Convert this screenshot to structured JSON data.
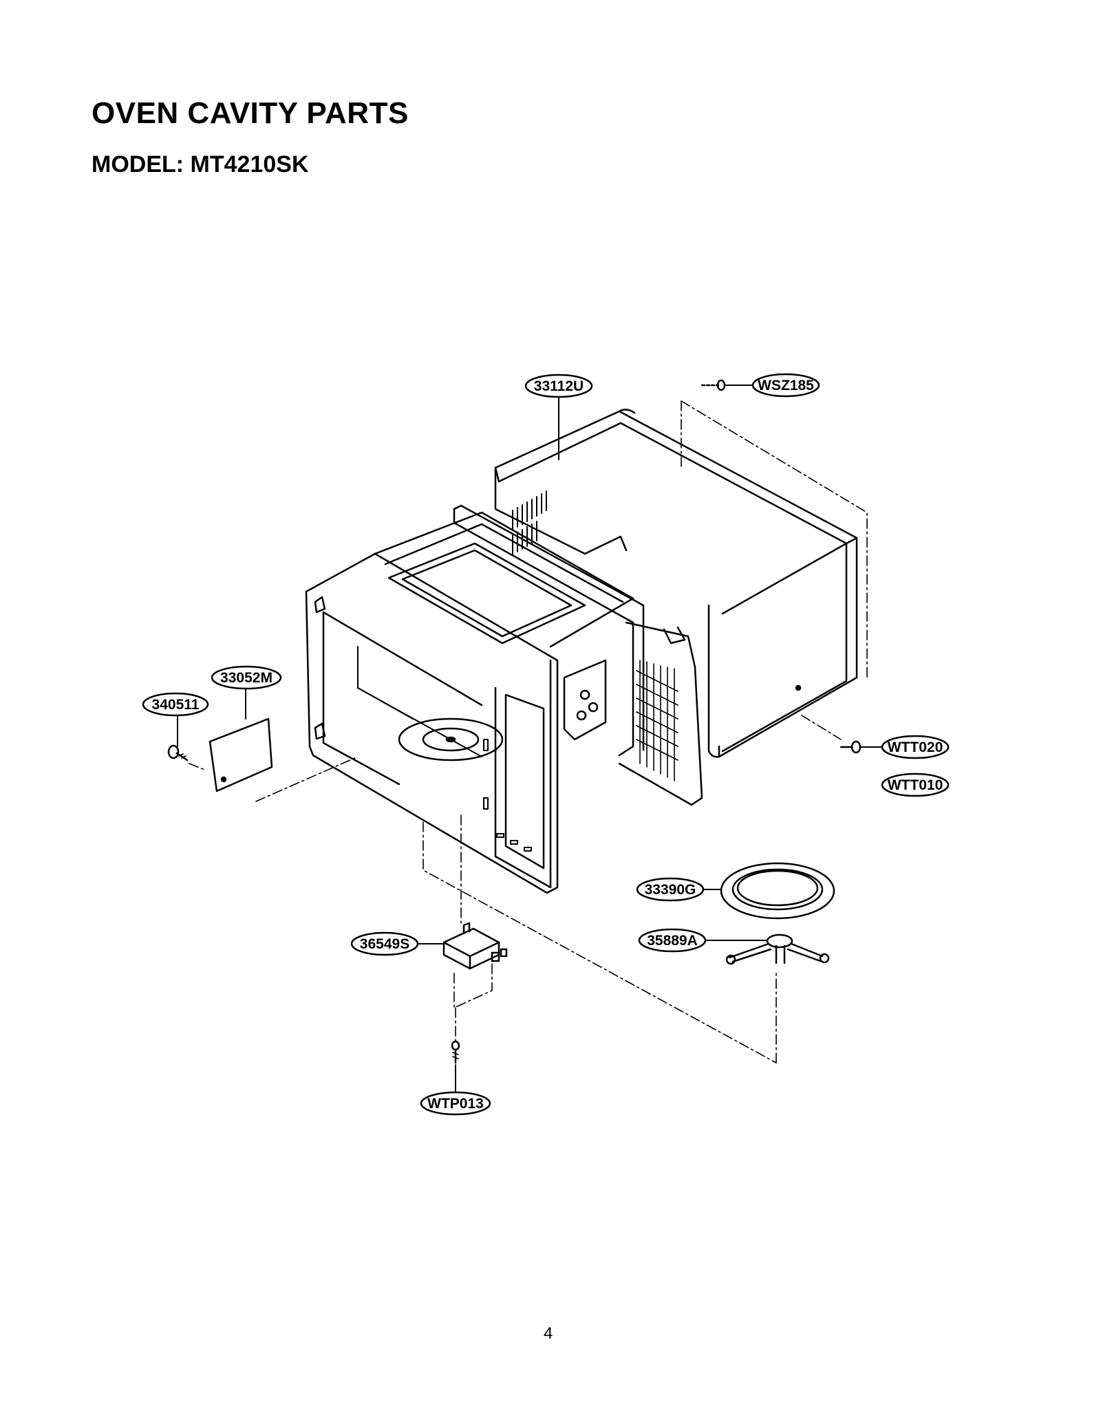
{
  "page": {
    "title": "OVEN CAVITY PARTS",
    "subtitle": "MODEL: MT4210SK",
    "page_number": "4"
  },
  "callouts": [
    {
      "id": "c1",
      "part": "33112U"
    },
    {
      "id": "c2",
      "part": "WSZ185"
    },
    {
      "id": "c3",
      "part": "33052M"
    },
    {
      "id": "c4",
      "part": "340511"
    },
    {
      "id": "c5",
      "part": "WTT020"
    },
    {
      "id": "c6",
      "part": "WTT010"
    },
    {
      "id": "c7",
      "part": "33390G"
    },
    {
      "id": "c8",
      "part": "35889A"
    },
    {
      "id": "c9",
      "part": "36549S"
    },
    {
      "id": "c10",
      "part": "WTP013"
    }
  ]
}
